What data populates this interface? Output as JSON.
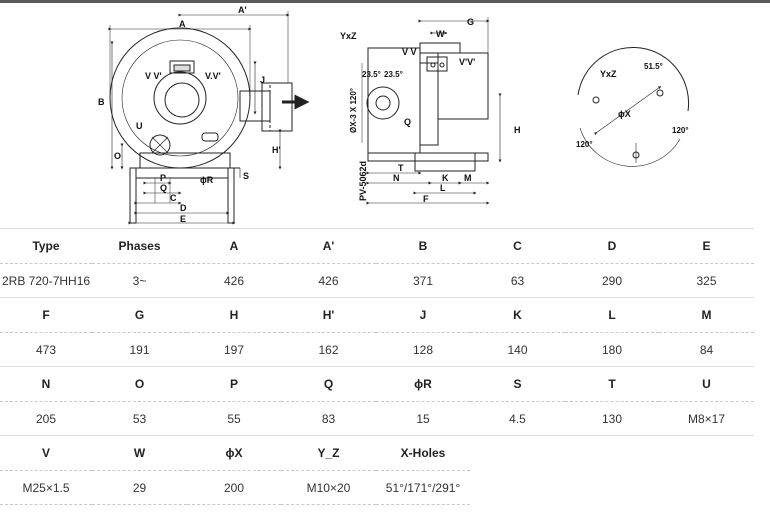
{
  "drawing": {
    "front": {
      "A": "A",
      "A_prime": "A'",
      "B": "B",
      "J": "J",
      "VV_left": "V V'",
      "VV_right": "V.V'",
      "U": "U",
      "O": "O",
      "H_prime": "H'",
      "S": "S",
      "P": "P",
      "Q": "Q",
      "C": "C",
      "D": "D",
      "E": "E",
      "R": "ϕR"
    },
    "side": {
      "YxZ": "YxZ",
      "VV": "V V",
      "VV_prime": "V'V'",
      "W": "W",
      "G": "G",
      "angle_left": "23.5°",
      "angle_right": "23.5°",
      "X3": "ØX-3 X 120°",
      "Q": "Q",
      "H": "H",
      "T": "T",
      "N": "N",
      "K": "K",
      "L": "L",
      "M": "M",
      "F": "F",
      "model_vertical": "PV-5062d"
    },
    "flange": {
      "YxZ": "YxZ",
      "angle_top": "51.5°",
      "phiX": "ϕX",
      "angle_left": "120°",
      "angle_right": "120°"
    }
  },
  "table": {
    "rows": [
      {
        "kind": "hdr",
        "cells": [
          "Type",
          "Phases",
          "A",
          "A'",
          "B",
          "C",
          "D",
          "E"
        ]
      },
      {
        "kind": "val",
        "cells": [
          "2RB 720-7HH16",
          "3~",
          "426",
          "426",
          "371",
          "63",
          "290",
          "325"
        ]
      },
      {
        "kind": "hdr",
        "cells": [
          "F",
          "G",
          "H",
          "H'",
          "J",
          "K",
          "L",
          "M"
        ]
      },
      {
        "kind": "val",
        "cells": [
          "473",
          "191",
          "197",
          "162",
          "128",
          "140",
          "180",
          "84"
        ]
      },
      {
        "kind": "hdr",
        "cells": [
          "N",
          "O",
          "P",
          "Q",
          "ϕR",
          "S",
          "T",
          "U"
        ]
      },
      {
        "kind": "val",
        "cells": [
          "205",
          "53",
          "55",
          "83",
          "15",
          "4.5",
          "130",
          "M8×17"
        ]
      },
      {
        "kind": "hdr",
        "cells": [
          "V",
          "W",
          "ϕX",
          "Y_Z",
          "X-Holes",
          "",
          "",
          ""
        ]
      },
      {
        "kind": "val",
        "cells": [
          "M25×1.5",
          "29",
          "200",
          "M10×20",
          "51°/171°/291°",
          "",
          "",
          ""
        ]
      }
    ]
  }
}
